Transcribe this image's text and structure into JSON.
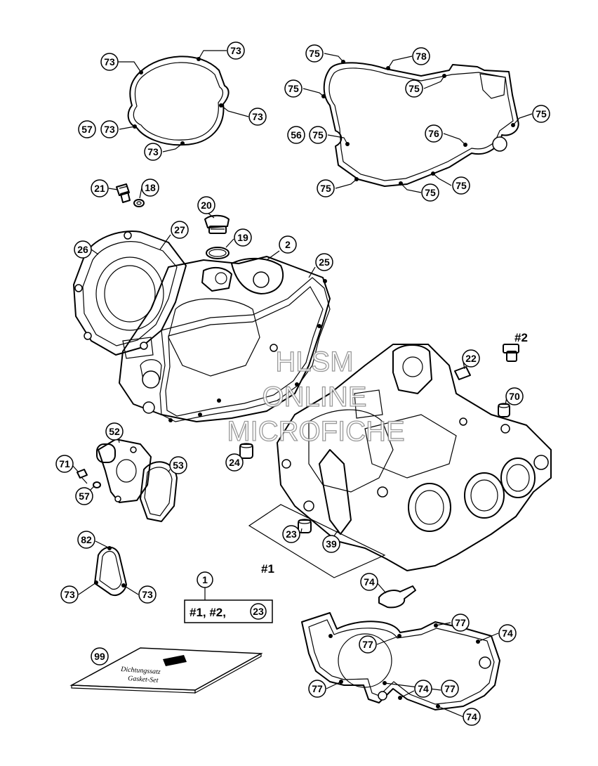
{
  "watermark": {
    "line1": "HLSM",
    "line2": "ONLINE",
    "line3": "MICROFICHE"
  },
  "kit": {
    "line1": "Dichtungssatz",
    "line2": "Gasket-Set"
  },
  "kitbox": {
    "label": "#1, #2,",
    "circled": "23"
  },
  "groups": {
    "g1": "#1",
    "g2": "#2"
  },
  "callouts": {
    "c1": "73",
    "c2": "73",
    "c3": "73",
    "c4": "57",
    "c5": "73",
    "c6": "73",
    "c7": "75",
    "c8": "78",
    "c9": "75",
    "c10": "75",
    "c11": "75",
    "c12": "56",
    "c13": "75",
    "c14": "76",
    "c15": "75",
    "c16": "75",
    "c17": "75",
    "c18": "21",
    "c19": "18",
    "c20": "20",
    "c21": "19",
    "c22": "27",
    "c23": "26",
    "c24": "2",
    "c25": "25",
    "c26": "22",
    "c27": "70",
    "c28": "52",
    "c29": "53",
    "c30": "71",
    "c31": "57",
    "c32": "24",
    "c33": "23",
    "c34": "39",
    "c35": "82",
    "c36": "73",
    "c37": "73",
    "c38": "1",
    "c39": "74",
    "c40": "99",
    "c41": "77",
    "c42": "77",
    "c43": "74",
    "c44": "77",
    "c45": "77",
    "c46": "74",
    "c47": "74"
  }
}
